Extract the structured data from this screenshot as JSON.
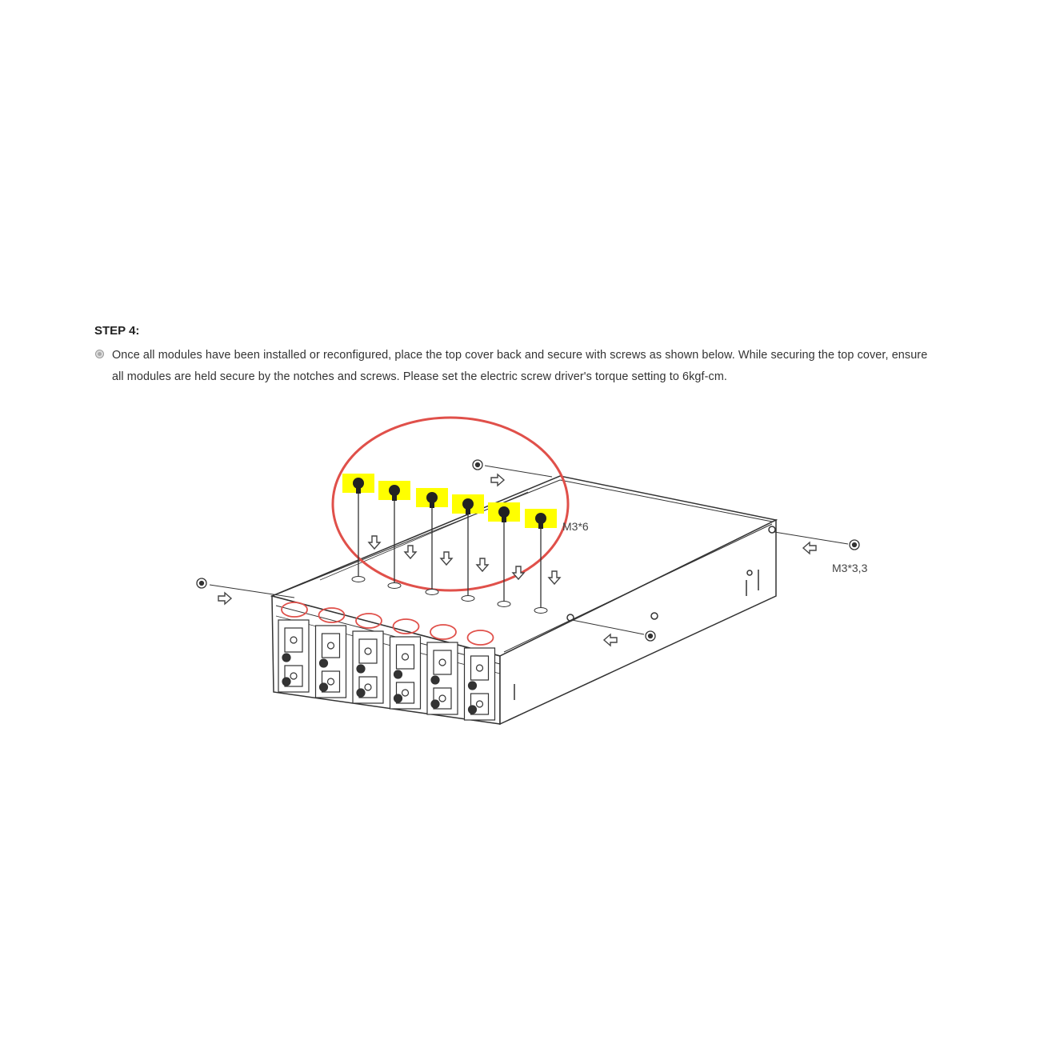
{
  "step": {
    "title": "STEP 4:",
    "text": "Once all modules have been installed or reconfigured, place the top cover back and secure with screws as shown below. While securing the top cover, ensure all modules are held secure by the notches and screws. Please set the electric screw driver's torque setting to 6kgf-cm."
  },
  "diagram": {
    "screw_label_top": "M3*6",
    "screw_label_side": "M3*3,3",
    "highlight_color": "#ffff00",
    "callout_color": "#e0504a",
    "top_screw_count": 6,
    "module_count": 6
  }
}
